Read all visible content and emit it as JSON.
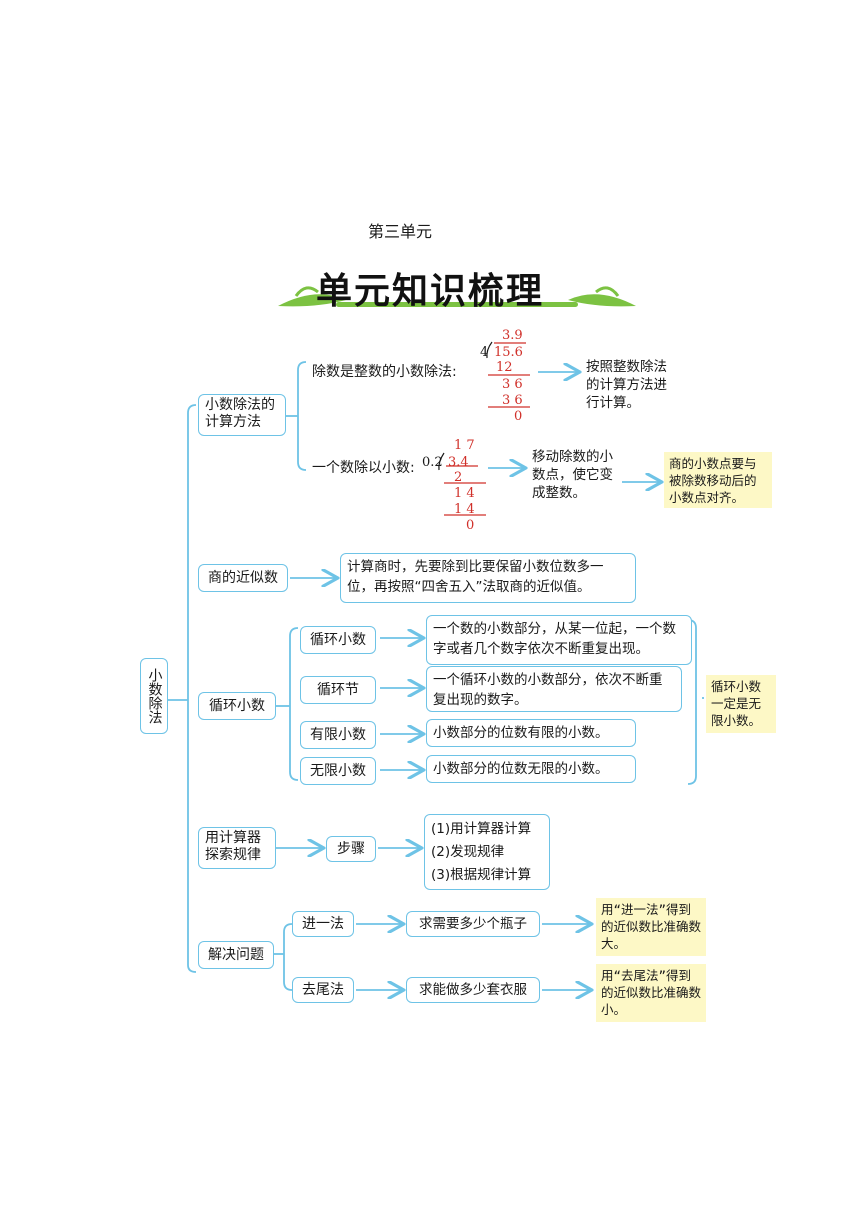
{
  "unit_label": "第三单元",
  "banner_title": "单元知识梳理",
  "root": "小数除法",
  "branches": {
    "calc_method": "小数除法的计算方法",
    "approx": "商的近似数",
    "repeating": "循环小数",
    "calculator": "用计算器探索规律",
    "problems": "解决问题"
  },
  "calc": {
    "integer_divisor_label": "除数是整数的小数除法:",
    "integer_divisor_result": "按照整数除法的计算方法进行计算。",
    "decimal_divisor_label": "一个数除以小数:",
    "decimal_divisor_result": "移动除数的小数点，使它变成整数。",
    "decimal_divisor_note": "商的小数点要与被除数移动后的小数点对齐。",
    "ex1": {
      "quotient": "3.9",
      "divisor": "4",
      "dividend": "15.6",
      "r1": "12",
      "r2": "3 6",
      "r3": "3 6",
      "r4": "0"
    },
    "ex2": {
      "quotient": "1 7",
      "divisor": "0.2",
      "dividend": "3.4",
      "r1": "2",
      "r2": "1 4",
      "r3": "1 4",
      "r4": "0"
    }
  },
  "approx_desc": "计算商时，先要除到比要保留小数位数多一位，再按照“四舍五入”法取商的近似值。",
  "repeating_items": [
    {
      "label": "循环小数",
      "desc": "一个数的小数部分，从某一位起，一个数字或者几个数字依次不断重复出现。"
    },
    {
      "label": "循环节",
      "desc": "一个循环小数的小数部分，依次不断重复出现的数字。"
    },
    {
      "label": "有限小数",
      "desc": "小数部分的位数有限的小数。"
    },
    {
      "label": "无限小数",
      "desc": "小数部分的位数无限的小数。"
    }
  ],
  "repeating_note": "循环小数一定是无限小数。",
  "calculator": {
    "step_label": "步骤",
    "steps": [
      "(1)用计算器计算",
      "(2)发现规律",
      "(3)根据规律计算"
    ]
  },
  "problems": [
    {
      "method": "进一法",
      "question": "求需要多少个瓶子",
      "note": "用“进一法”得到的近似数比准确数大。"
    },
    {
      "method": "去尾法",
      "question": "求能做多少套衣服",
      "note": "用“去尾法”得到的近似数比准确数小。"
    }
  ],
  "colors": {
    "box_border": "#6ec3e6",
    "arrow": "#6ec3e6",
    "note_bg": "#fdf8c6",
    "leaf": "#7cc242",
    "digits": "#d0302a"
  }
}
